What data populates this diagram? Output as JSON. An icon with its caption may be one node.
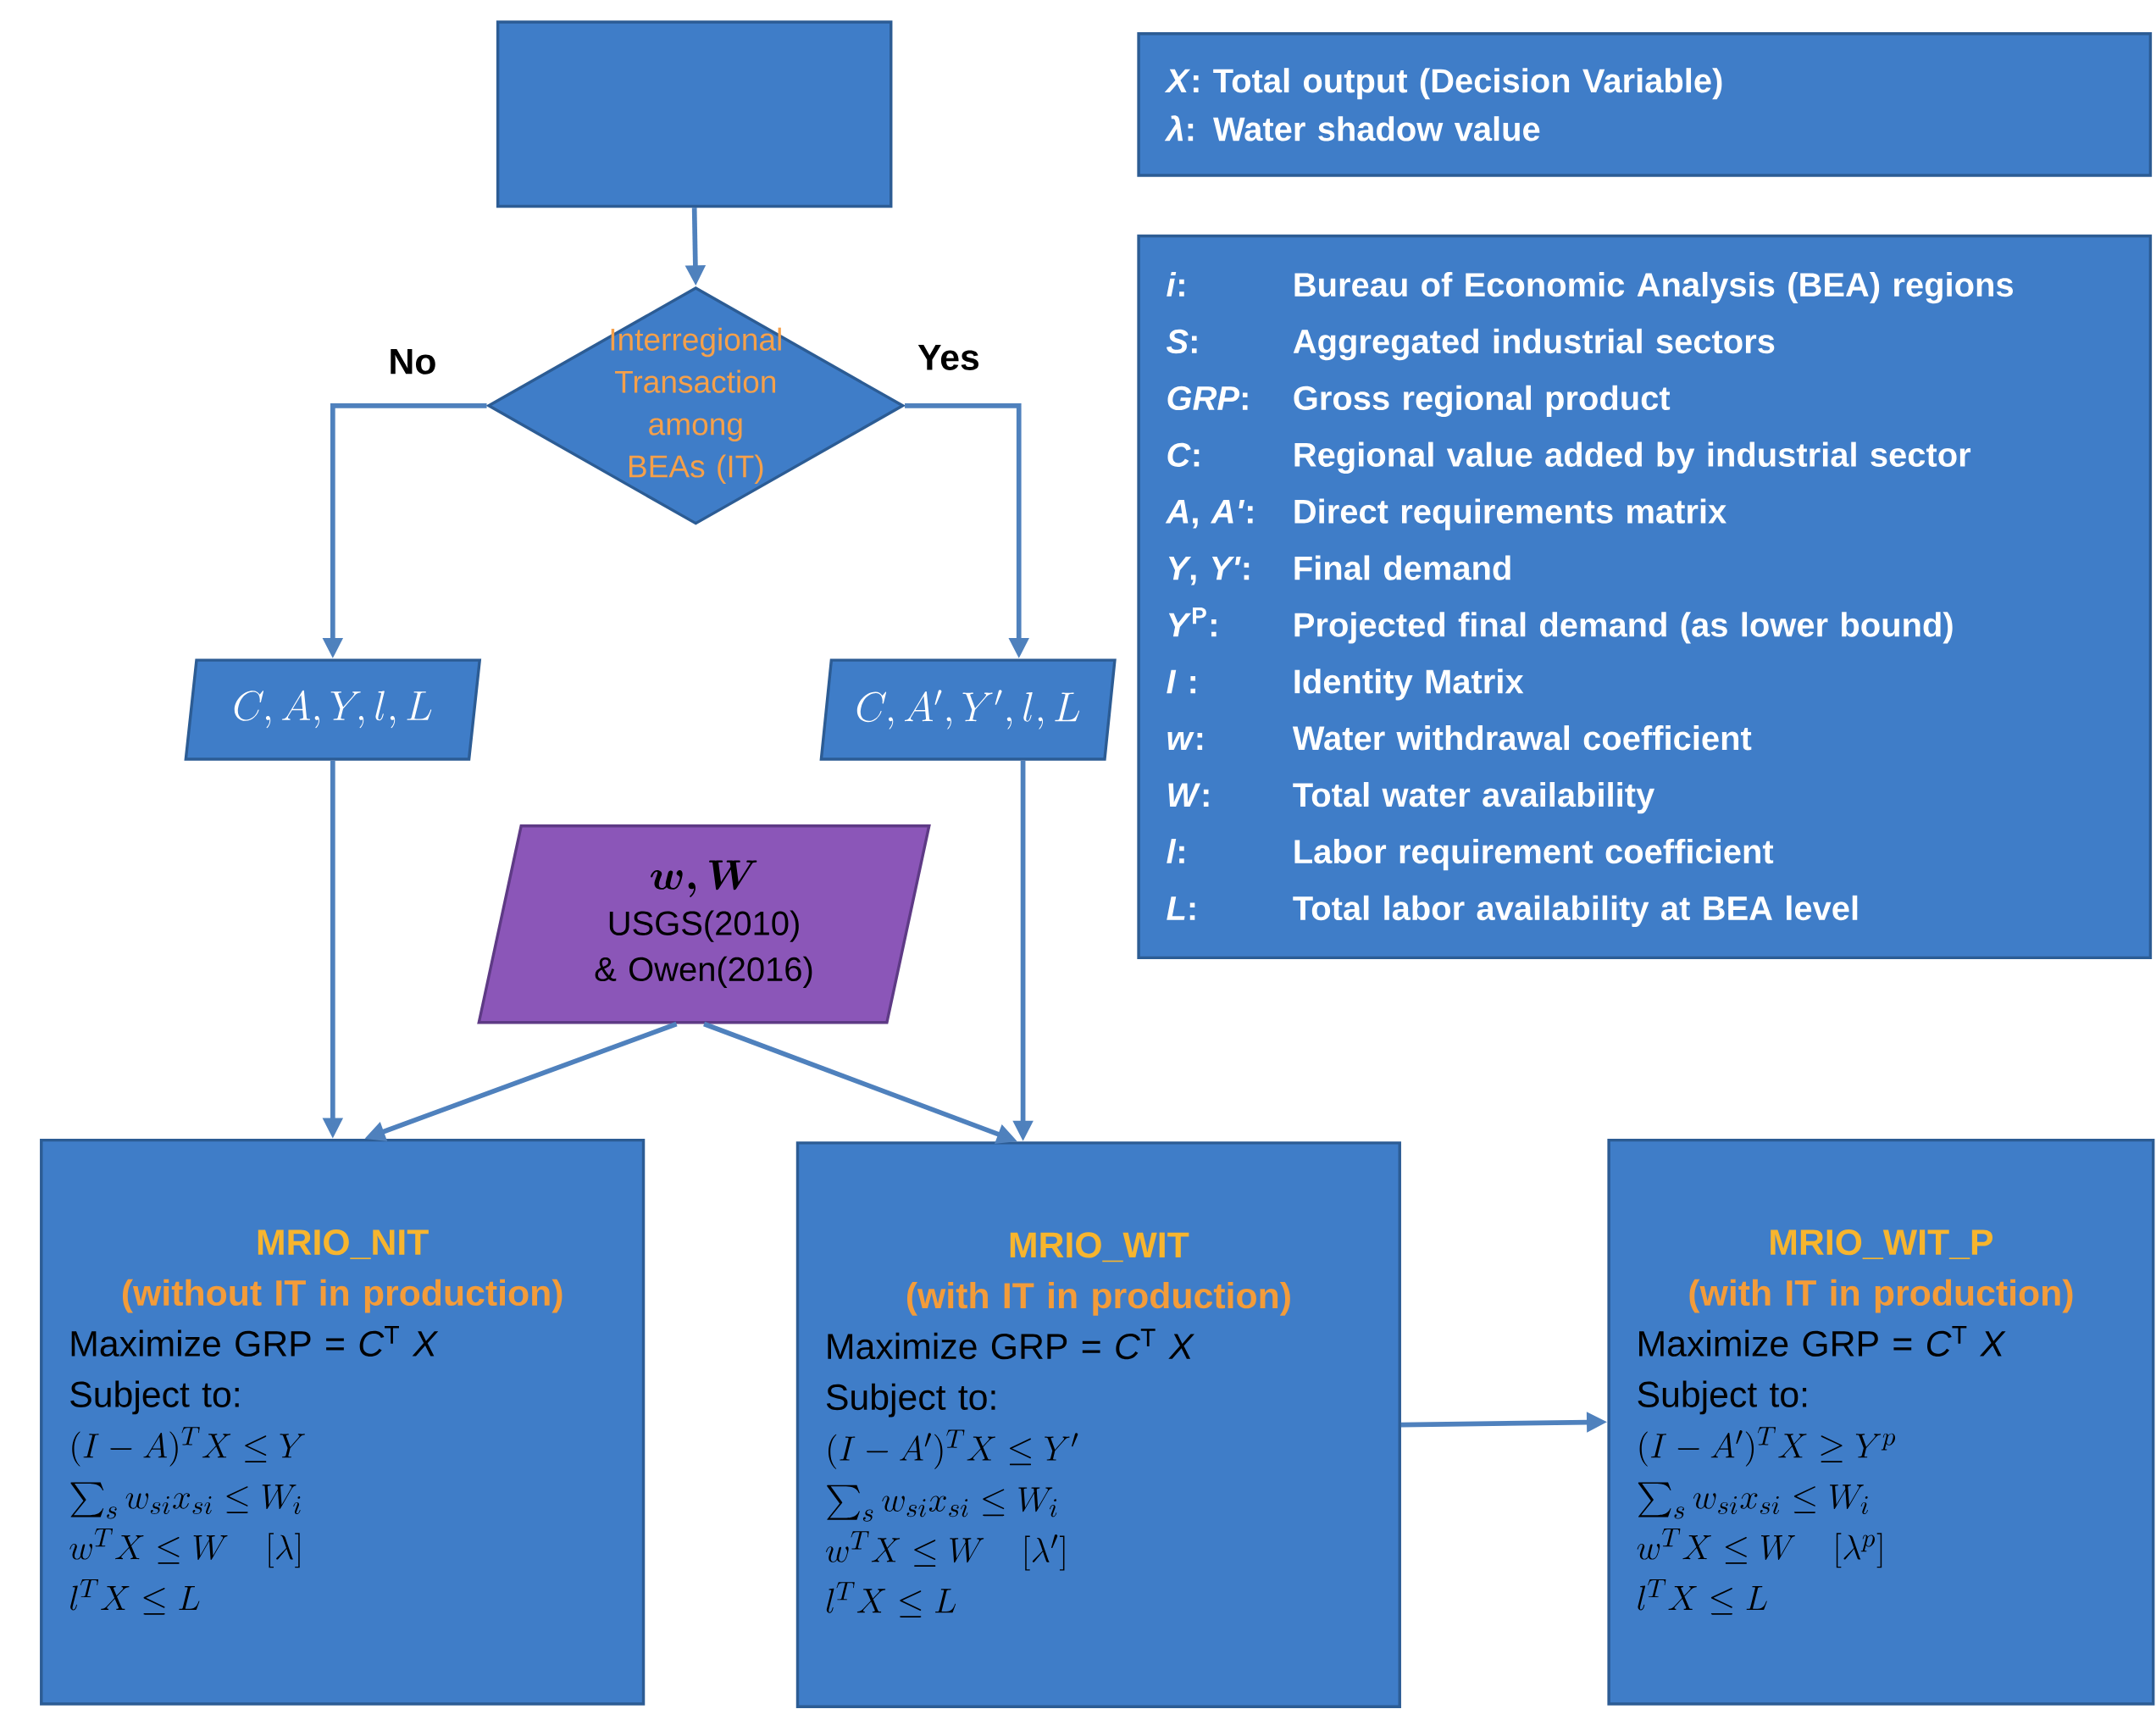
{
  "diagram": {
    "nodes": [
      {
        "text": [],
        "shape": "box"
      },
      {
        "text": [
          "Interregional Transaction among BEAs (IT)"
        ]
      },
      {
        "text": [
          "C, A, Y, l, L"
        ]
      },
      {
        "text": [
          "C, A', Y', l, L"
        ]
      },
      {
        "text": [
          "w, W",
          "USGS(2010) & Owen(2016)"
        ]
      },
      {
        "text": [
          "MRIO_NIT",
          "(without IT in production)",
          "Maximize GRP = *C*$^{T}$ *X*",
          "Subject to:",
          "(I-A)^T X \\le Y",
          "\\textstyle\\sum_s w_{si} x_{si} \\le W_i",
          "w^T X \\le W \\quad [\\lambda]",
          "l^T X \\le L"
        ]
      },
      {
        "text": [
          "MRIO_WIT",
          "(with IT in production)",
          "Maximize GRP = *C*$^{T}$ *X*",
          "Subject to:",
          "(I-A')^T X \\le Y'",
          "\\textstyle\\sum_s w_{si} x_{si} \\le W_i",
          "w^T X \\le W \\quad [\\lambda']",
          "l^T X \\le L"
        ]
      },
      {
        "text": [
          "MRIO_WIT_P",
          "(with IT in production)",
          "Maximize GRP = *C*$^{T}$ *X*",
          "Subject to:",
          "(I-A')^T X \\ge Y^p",
          "\\textstyle\\sum_s w_{si} x_{si} \\le W_i",
          "w^T X \\le W \\quad [\\lambda^p]",
          "l^T X \\le L"
        ]
      },
      {
        "text": [
          "*X*: Total output (Decision Variable)",
          "*λ*: Water shadow value"
        ]
      },
      {
        "text": [
          "*i*:",
          "Bureau of Economic Analysis (BEA) regions",
          "*S*:",
          "Aggregated industrial sectors",
          "*GRP*:",
          "Gross regional product",
          "*C*:",
          "Regional value added by industrial sector",
          "*A*, *A'*:",
          "Direct requirements matrix",
          "*Y*, *Y'*:",
          "Final demand",
          "*Y*$^{P}$:",
          "Projected final demand (as lower bound)",
          "*I* :",
          "Identity Matrix",
          "*w*:",
          "Water withdrawal coefficient",
          "*W*:",
          "Total water availability",
          "*l*:",
          "Labor requirement coefficient",
          "*L*:",
          "Total labor availability at BEA level"
        ]
      }
    ],
    "edges": [
      {
        "from": 0,
        "to": 1,
        "arrow": "to"
      },
      {
        "from": 1,
        "to": 2,
        "arrow": "to",
        "label": "No"
      },
      {
        "from": 1,
        "to": 3,
        "arrow": "to",
        "label": "Yes"
      },
      {
        "from": 2,
        "to": 5,
        "arrow": "to"
      },
      {
        "from": 3,
        "to": 6,
        "arrow": "to"
      },
      {
        "from": 4,
        "to": 5,
        "arrow": "to"
      },
      {
        "from": 4,
        "to": 6,
        "arrow": "to"
      },
      {
        "from": 6,
        "to": 7,
        "arrow": "to"
      }
    ]
  }
}
